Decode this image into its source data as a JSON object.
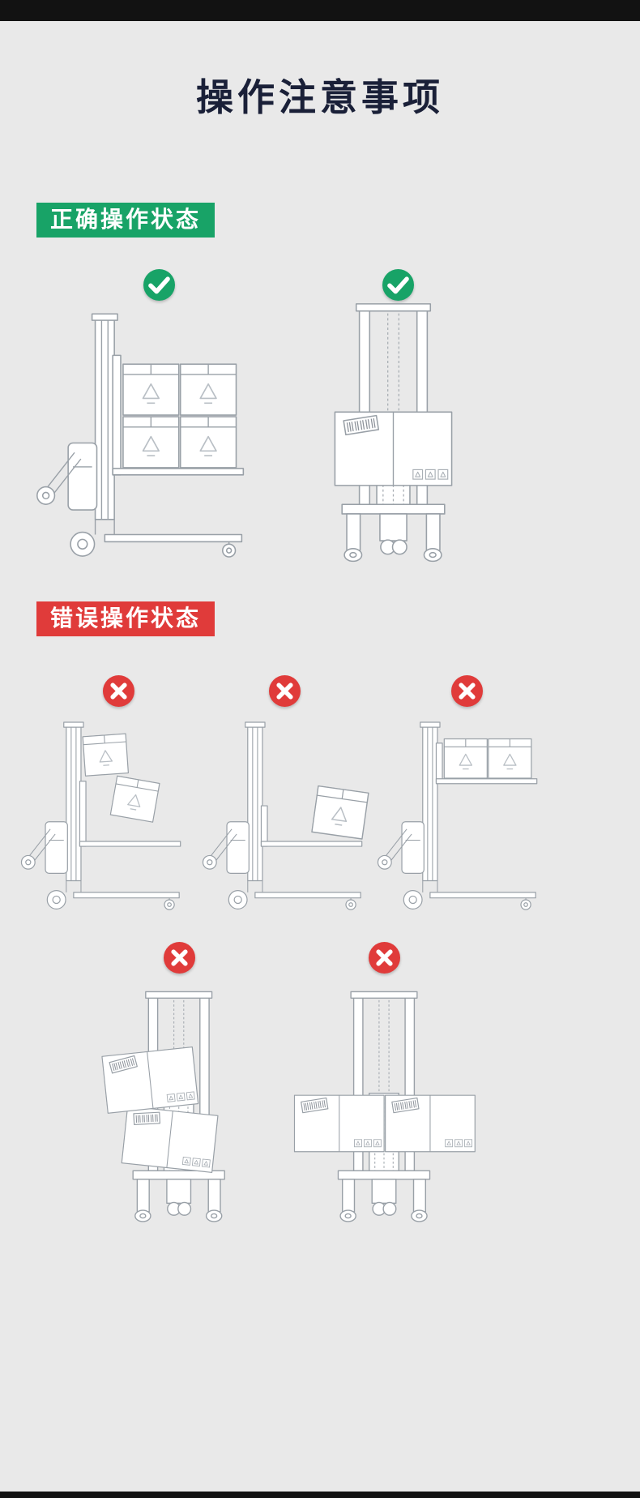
{
  "header": {
    "title": "操作注意事项"
  },
  "sections": {
    "correct": {
      "label": "正确操作状态",
      "badge_color": "#18a367",
      "mark": "check",
      "illustrations": [
        "side-stacker-four-boxes-centered",
        "front-stacker-single-box-centered"
      ]
    },
    "wrong": {
      "label": "错误操作状态",
      "badge_color": "#e03b3a",
      "mark": "cross",
      "illustrations": [
        "side-stacker-offset-stacked-boxes",
        "side-stacker-box-on-fork-tips",
        "side-stacker-boxes-raised-high",
        "front-stacker-tilted-offset-stack",
        "front-stacker-overwide-side-by-side-boxes"
      ]
    }
  },
  "icons": {
    "check": "check-circle-icon",
    "cross": "cross-circle-icon"
  },
  "colors": {
    "background": "#e9e9e9",
    "top_bar": "#121212",
    "bottom_bar": "#121212",
    "title_text": "#1a2038",
    "check_green": "#18a367",
    "cross_red": "#e03b3a",
    "line_art": "#99a0a7"
  }
}
